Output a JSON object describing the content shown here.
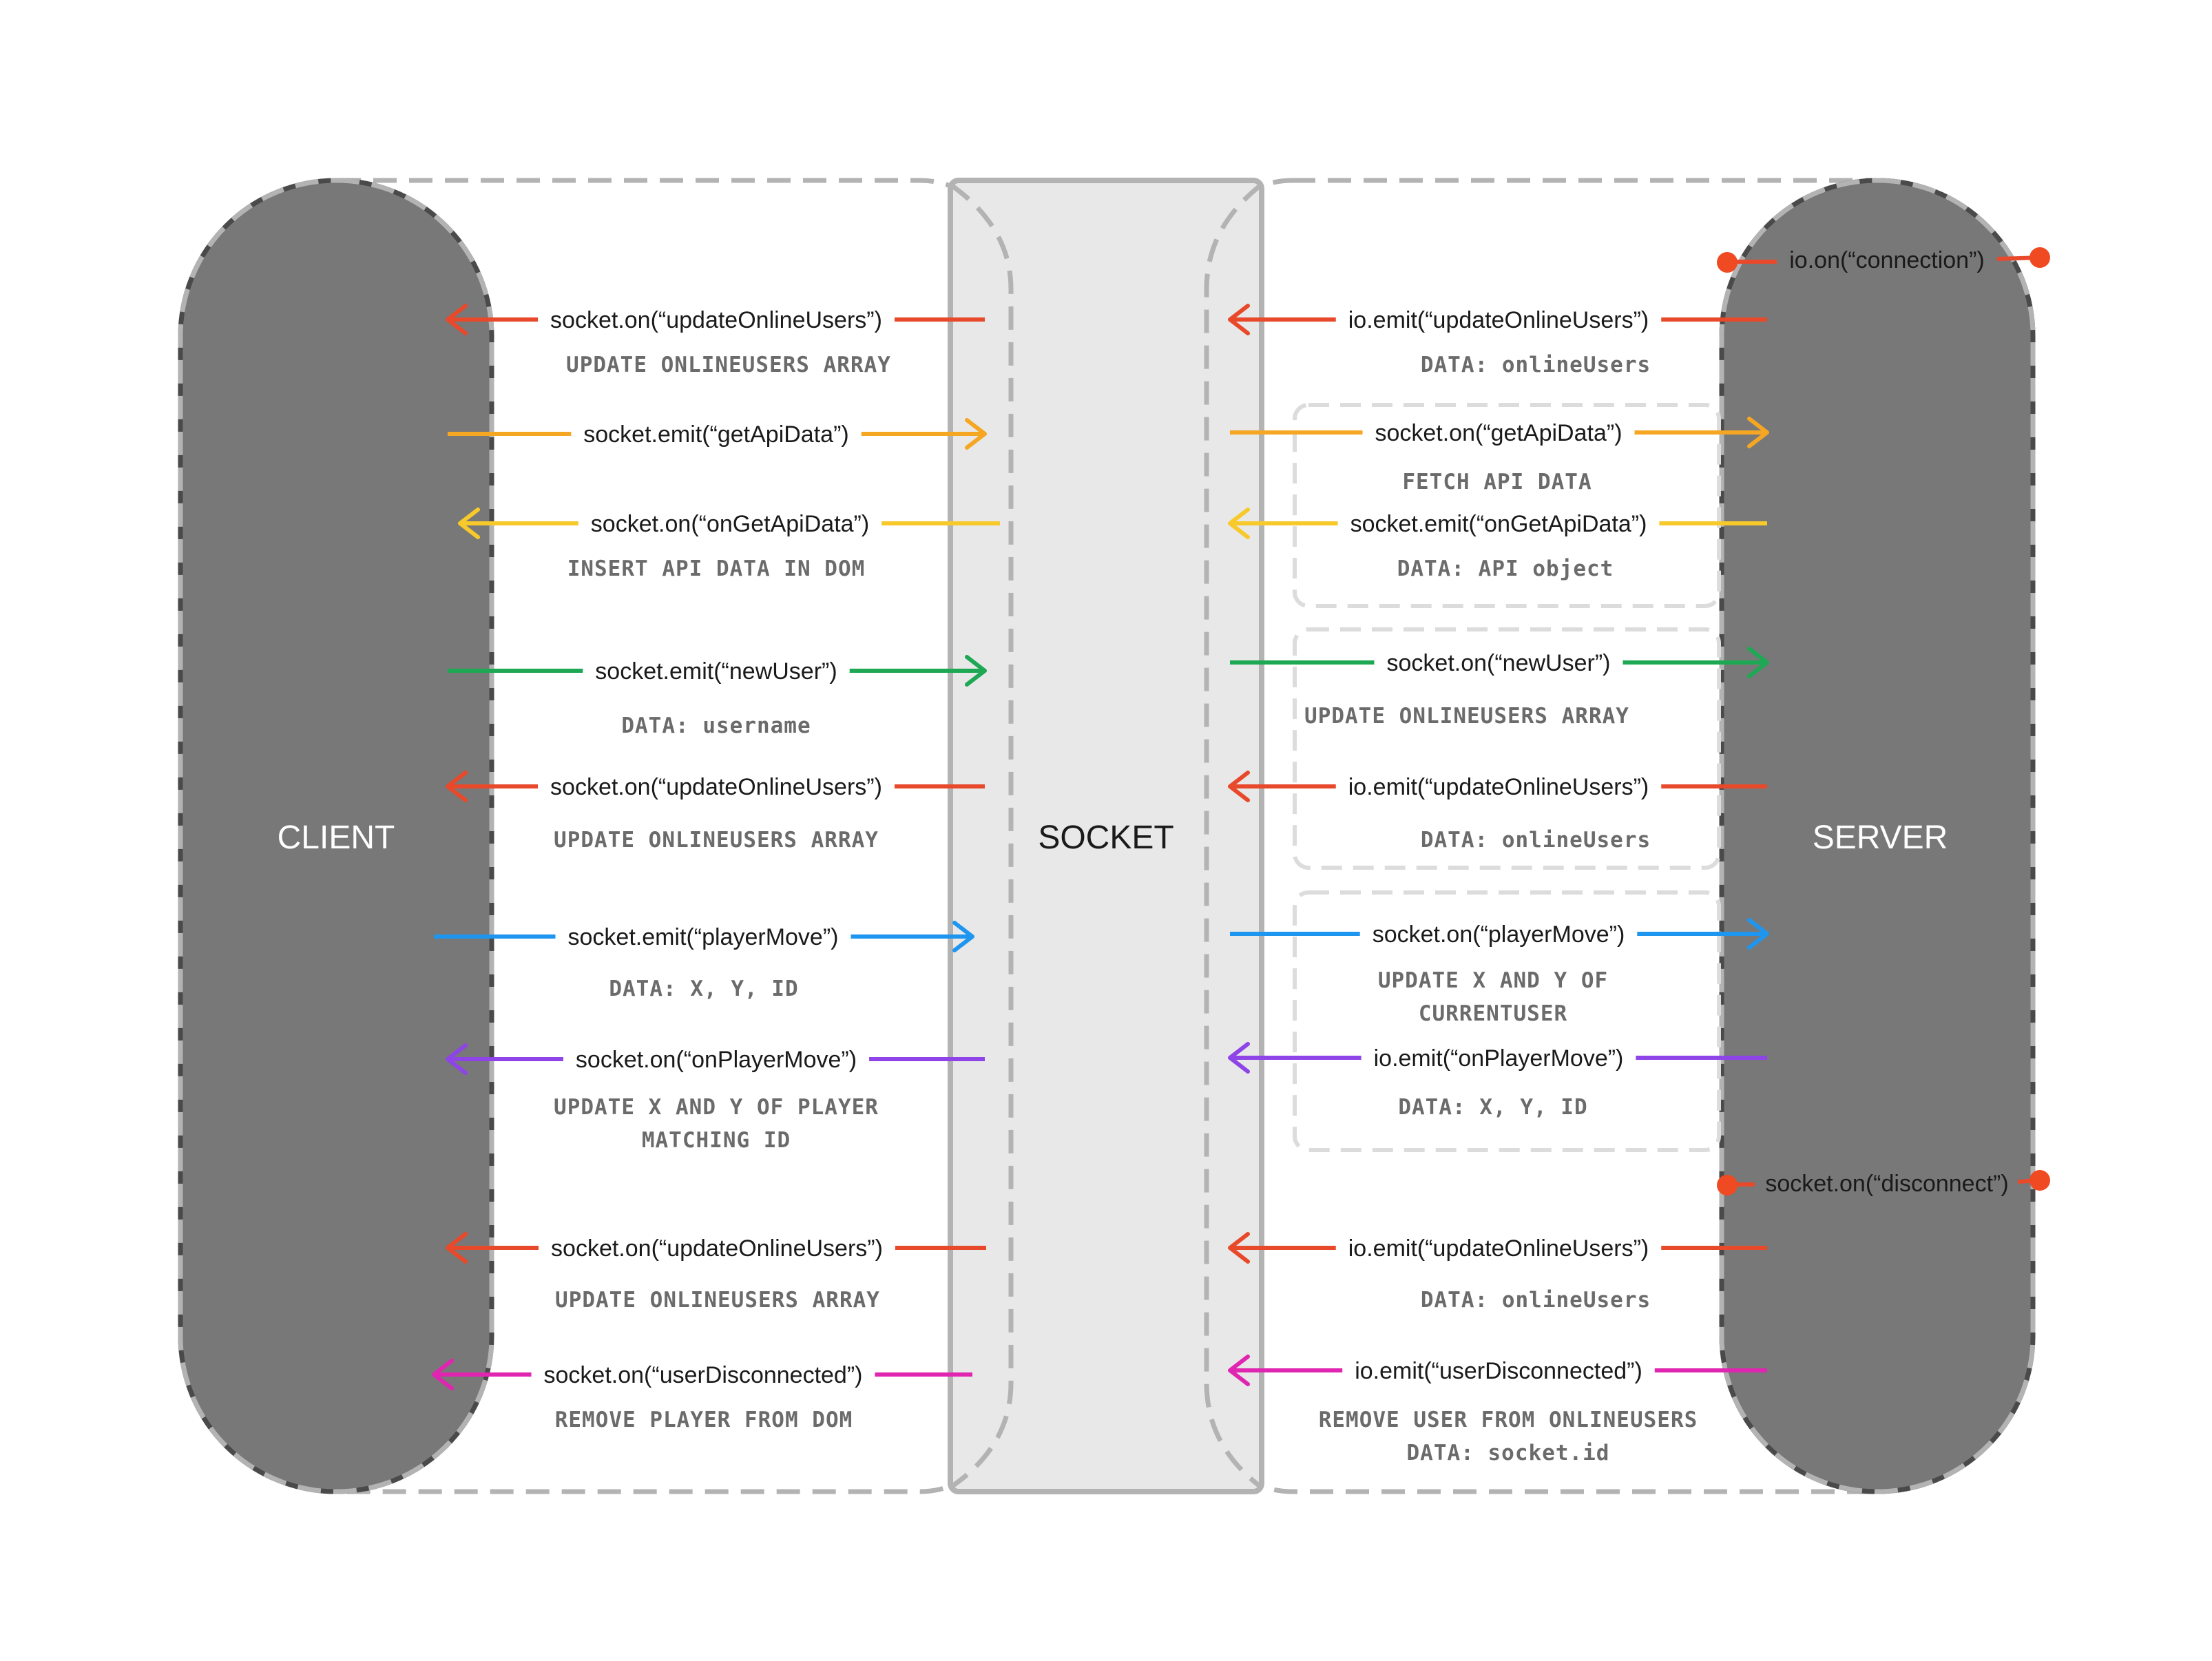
{
  "colors": {
    "red": "#e8492a",
    "orange": "#f5a623",
    "yellow": "#f8c92b",
    "green": "#1ea854",
    "blue": "#1e96f0",
    "purple": "#8e44e6",
    "magenta": "#e025b0",
    "pillFill": "#787878",
    "pillBorder": "#4a4a4a",
    "socketFill": "#e8e8e8",
    "dash": "#b3b3b3",
    "dot": "#f04a23"
  },
  "titles": {
    "client": "CLIENT",
    "socket": "SOCKET",
    "server": "SERVER"
  },
  "server_hooks": {
    "connection": "io.on(“connection”)",
    "disconnect": "socket.on(“disconnect”)"
  },
  "client_events": [
    {
      "label": "socket.on(“updateOnlineUsers”)",
      "note": [
        "UPDATE ONLINEUSERS ARRAY"
      ],
      "color": "red",
      "dir": "to-client"
    },
    {
      "label": "socket.emit(“getApiData”)",
      "note": [],
      "color": "orange",
      "dir": "to-socket"
    },
    {
      "label": "socket.on(“onGetApiData”)",
      "note": [
        "INSERT API DATA IN DOM"
      ],
      "color": "yellow",
      "dir": "to-client"
    },
    {
      "label": "socket.emit(“newUser”)",
      "note": [
        "DATA: username"
      ],
      "color": "green",
      "dir": "to-socket"
    },
    {
      "label": "socket.on(“updateOnlineUsers”)",
      "note": [
        "UPDATE ONLINEUSERS ARRAY"
      ],
      "color": "red",
      "dir": "to-client"
    },
    {
      "label": "socket.emit(“playerMove”)",
      "note": [
        "DATA: X, Y, ID"
      ],
      "color": "blue",
      "dir": "to-socket"
    },
    {
      "label": "socket.on(“onPlayerMove”)",
      "note": [
        "UPDATE X AND Y OF PLAYER",
        "MATCHING ID"
      ],
      "color": "purple",
      "dir": "to-client"
    },
    {
      "label": "socket.on(“updateOnlineUsers”)",
      "note": [
        "UPDATE ONLINEUSERS ARRAY"
      ],
      "color": "red",
      "dir": "to-client"
    },
    {
      "label": "socket.on(“userDisconnected”)",
      "note": [
        "REMOVE PLAYER FROM DOM"
      ],
      "color": "magenta",
      "dir": "to-client"
    }
  ],
  "server_events": [
    {
      "label": "io.emit(“updateOnlineUsers”)",
      "note": [
        "DATA: onlineUsers"
      ],
      "color": "red",
      "dir": "to-socket"
    },
    {
      "label": "socket.on(“getApiData”)",
      "note": [
        "FETCH API DATA"
      ],
      "color": "orange",
      "dir": "to-server"
    },
    {
      "label": "socket.emit(“onGetApiData”)",
      "note": [
        "DATA: API object"
      ],
      "color": "yellow",
      "dir": "to-socket"
    },
    {
      "label": "socket.on(“newUser”)",
      "note": [
        "UPDATE ONLINEUSERS ARRAY"
      ],
      "color": "green",
      "dir": "to-server"
    },
    {
      "label": "io.emit(“updateOnlineUsers”)",
      "note": [
        "DATA: onlineUsers"
      ],
      "color": "red",
      "dir": "to-socket"
    },
    {
      "label": "socket.on(“playerMove”)",
      "note": [
        "UPDATE X AND Y OF",
        "CURRENTUSER"
      ],
      "color": "blue",
      "dir": "to-server"
    },
    {
      "label": "io.emit(“onPlayerMove”)",
      "note": [
        "DATA: X, Y, ID"
      ],
      "color": "purple",
      "dir": "to-socket"
    },
    {
      "label": "io.emit(“updateOnlineUsers”)",
      "note": [
        "DATA: onlineUsers"
      ],
      "color": "red",
      "dir": "to-socket"
    },
    {
      "label": "io.emit(“userDisconnected”)",
      "note": [
        "REMOVE USER FROM ONLINEUSERS",
        "DATA: socket.id"
      ],
      "color": "magenta",
      "dir": "to-socket"
    }
  ]
}
